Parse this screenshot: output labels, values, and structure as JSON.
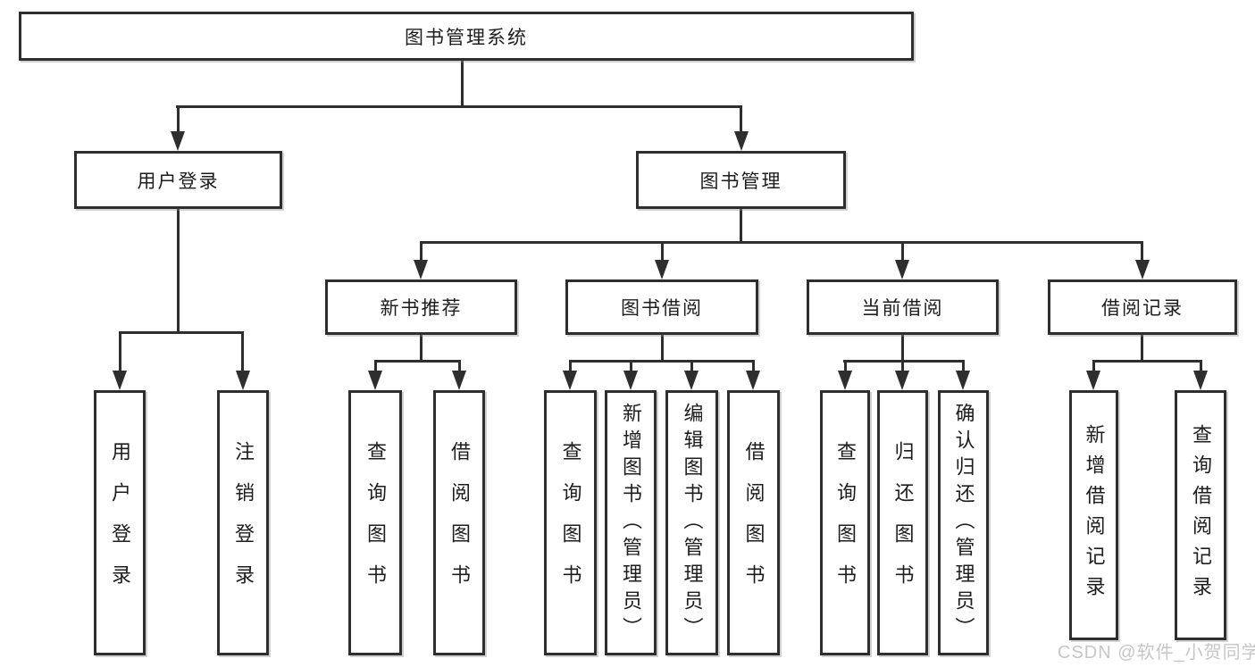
{
  "colors": {
    "line": "#2e2e2e",
    "box_border": "#2e2e2e",
    "text": "#1d1d1d",
    "background": "#ffffff",
    "watermark": "#c6c6c6"
  },
  "diagram": {
    "title": "图书管理系统",
    "level2": [
      {
        "label": "用户登录"
      },
      {
        "label": "图书管理"
      }
    ],
    "level3": [
      {
        "label": "新书推荐"
      },
      {
        "label": "图书借阅"
      },
      {
        "label": "当前借阅"
      },
      {
        "label": "借阅记录"
      }
    ],
    "leaves": [
      {
        "label": "用户登录"
      },
      {
        "label": "注销登录"
      },
      {
        "label": "查询图书"
      },
      {
        "label": "借阅图书"
      },
      {
        "label": "查询图书"
      },
      {
        "label": "新增图书（管理员）"
      },
      {
        "label": "编辑图书（管理员）"
      },
      {
        "label": "借阅图书"
      },
      {
        "label": "查询图书"
      },
      {
        "label": "归还图书"
      },
      {
        "label": "确认归还（管理员）"
      },
      {
        "label": "新增借阅记录"
      },
      {
        "label": "查询借阅记录"
      }
    ]
  },
  "watermark": {
    "text": "CSDN @软件_小贺同学"
  }
}
